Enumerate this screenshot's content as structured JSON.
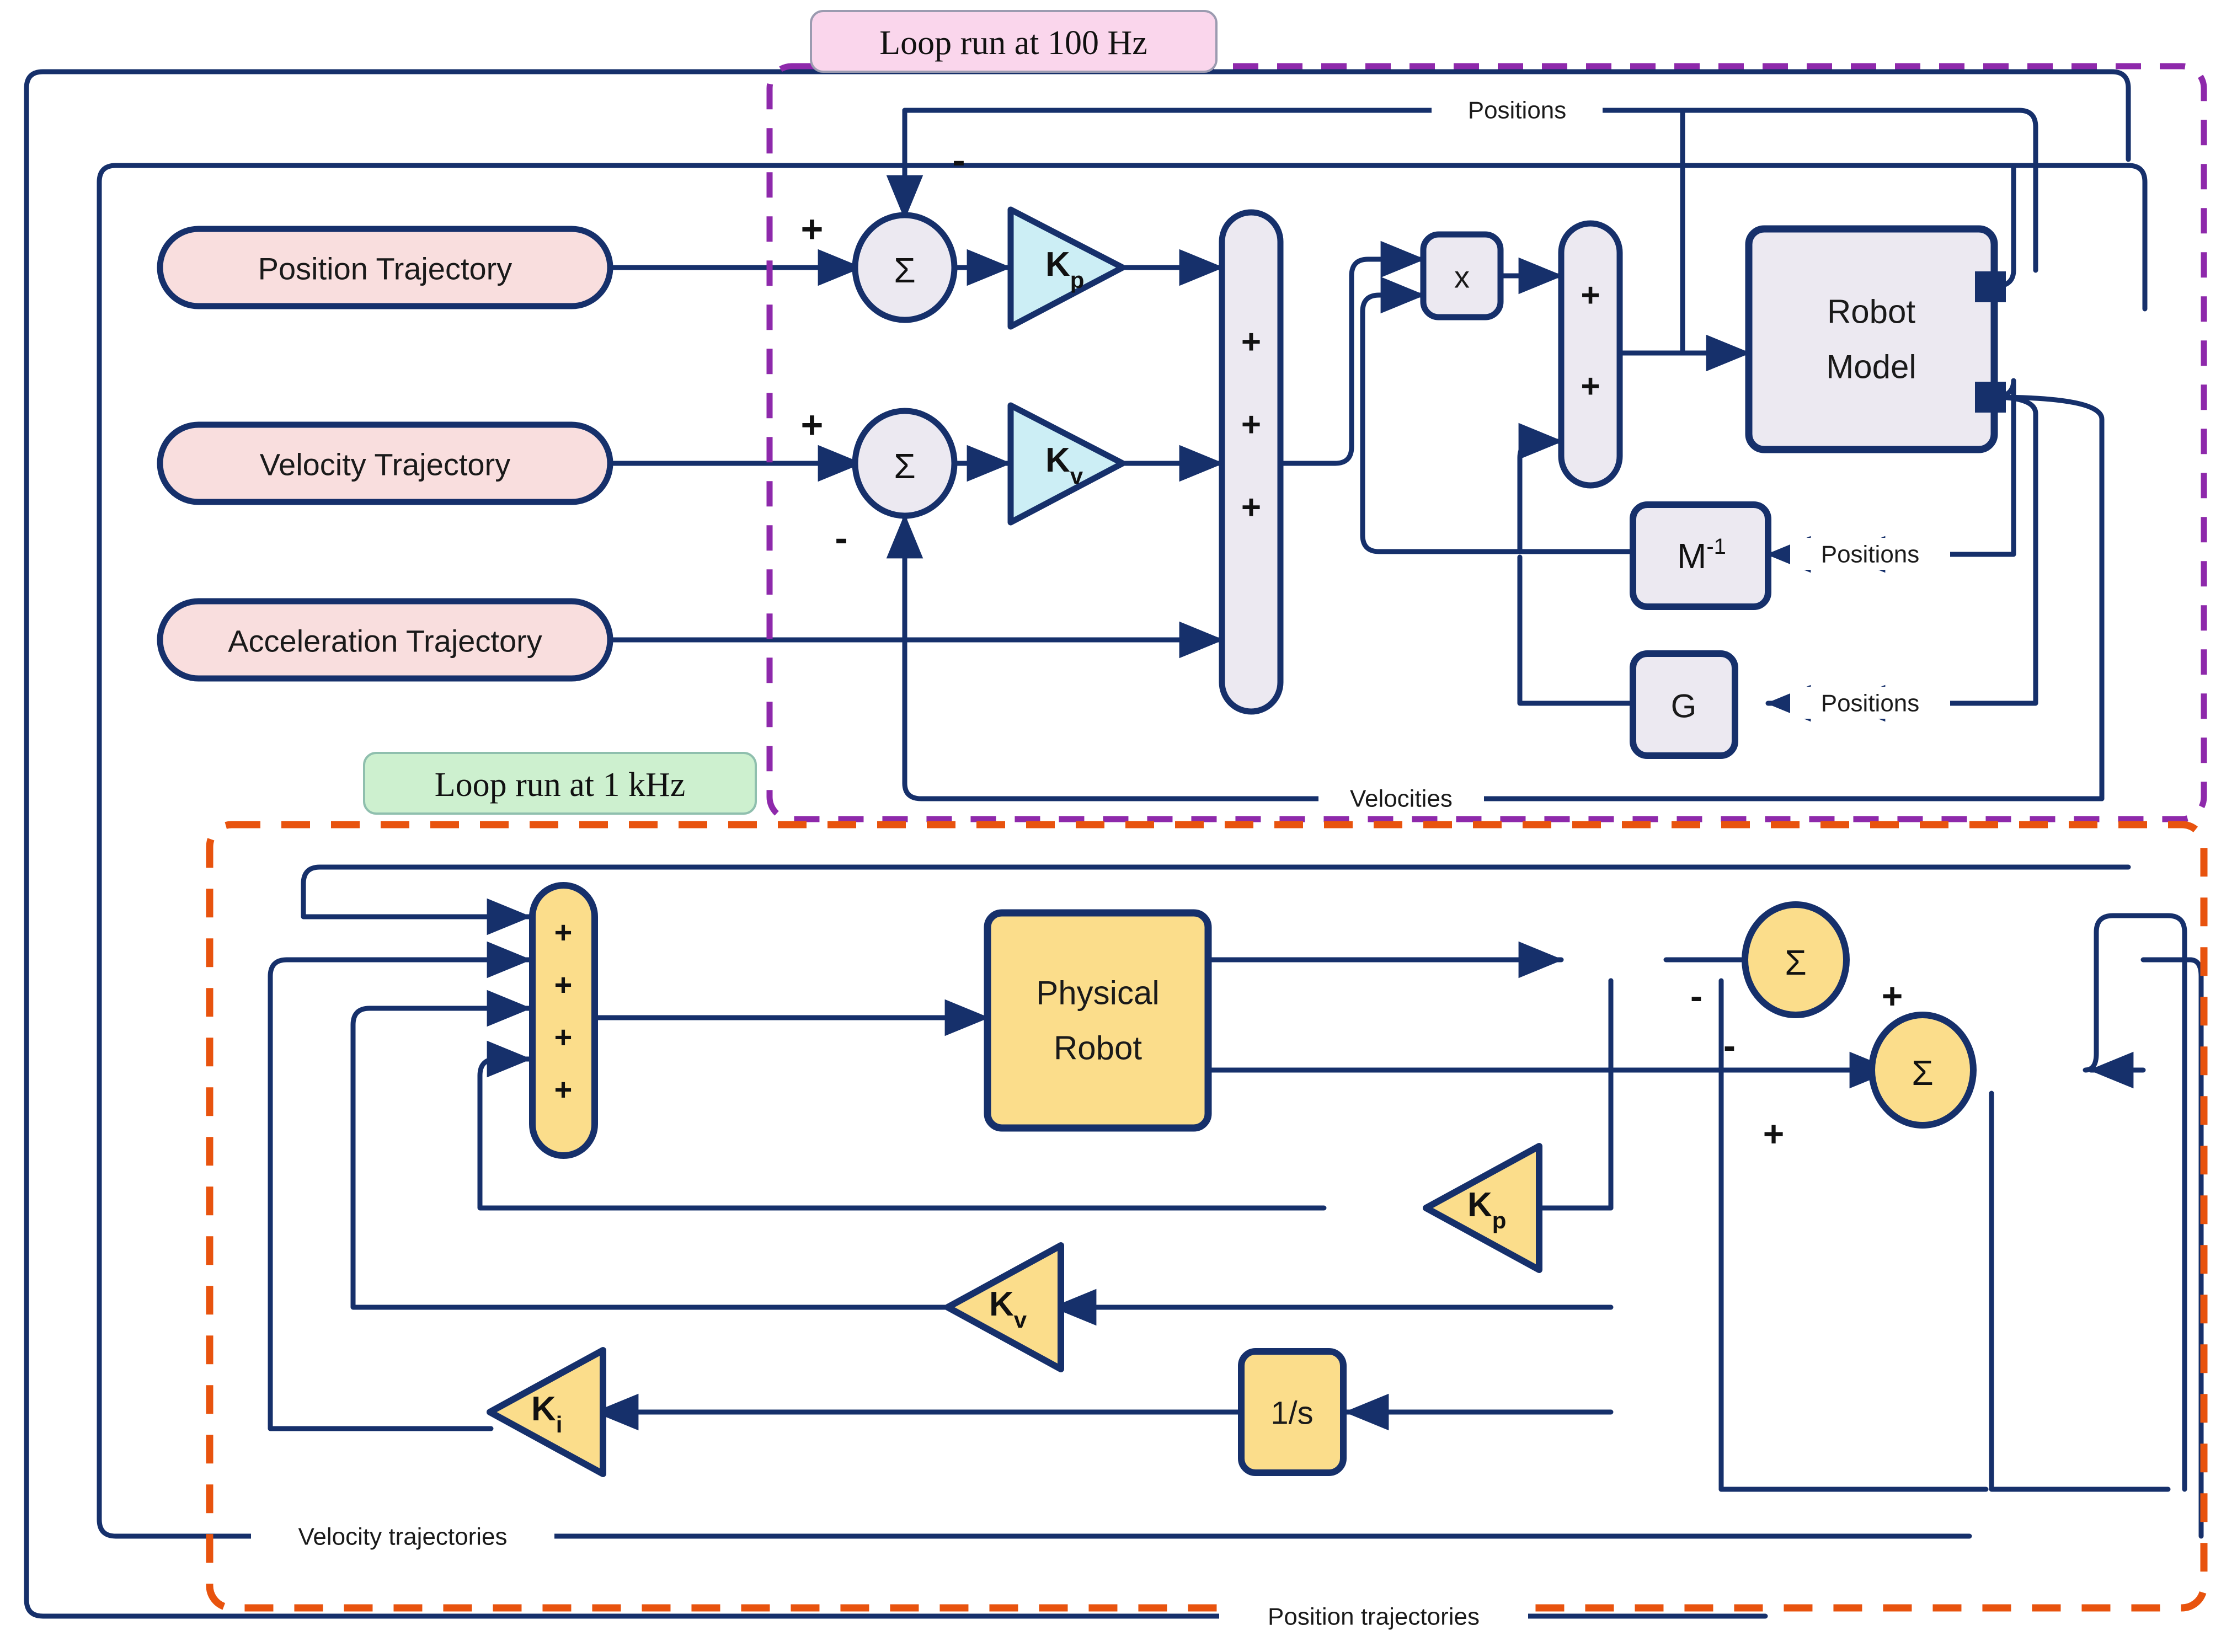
{
  "diagram": {
    "title": "Two-level robot control block diagram",
    "colors": {
      "wire": "#16306b",
      "outer_loop_dash": "#8e29ab",
      "inner_loop_dash": "#e8530e",
      "traj_fill": "#f9dede",
      "traj_stroke": "#16306b",
      "model_fill": "#ece9f1",
      "gain_top_fill": "#cceef5",
      "yellow_fill": "#fbdd8b",
      "tag_pink_fill": "#fad6ec",
      "tag_green_fill": "#cdf0cf"
    },
    "loop_tags": [
      {
        "id": "outer",
        "label": "Loop run at 100 Hz"
      },
      {
        "id": "inner",
        "label": "Loop run at 1 kHz"
      }
    ],
    "inputs": [
      {
        "id": "position-trajectory",
        "label": "Position Trajectory"
      },
      {
        "id": "velocity-trajectory",
        "label": "Velocity Trajectory"
      },
      {
        "id": "acceleration-trajectory",
        "label": "Acceleration Trajectory"
      }
    ],
    "outer_loop": {
      "sum_position": {
        "label": "Σ",
        "signs": {
          "input": "+",
          "feedback": "-"
        }
      },
      "sum_velocity": {
        "label": "Σ",
        "signs": {
          "input": "+",
          "feedback": "-"
        }
      },
      "gain_kp": {
        "label": "K",
        "sub": "p"
      },
      "gain_kv": {
        "label": "K",
        "sub": "v"
      },
      "sum_bar": {
        "signs": [
          "+",
          "+",
          "+"
        ]
      },
      "multiplier": {
        "label": "x"
      },
      "sum_bar2": {
        "signs": [
          "+",
          "+"
        ]
      },
      "robot_model": {
        "label_line1": "Robot",
        "label_line2": "Model"
      },
      "mass_inverse": {
        "label": "M",
        "sup": "-1"
      },
      "gravity": {
        "label": "G"
      },
      "signals": {
        "positions_top": "Positions",
        "positions_minv": "Positions",
        "positions_g": "Positions",
        "velocities": "Velocities"
      }
    },
    "inner_loop": {
      "sum_bar": {
        "signs": [
          "+",
          "+",
          "+",
          "+"
        ]
      },
      "physical_robot": {
        "label_line1": "Physical",
        "label_line2": "Robot"
      },
      "sum_position": {
        "label": "Σ",
        "signs": {
          "left": "-",
          "right": "+"
        }
      },
      "sum_velocity": {
        "label": "Σ",
        "signs": {
          "left": "-",
          "right": "+"
        }
      },
      "gain_kp": {
        "label": "K",
        "sub": "p"
      },
      "gain_kv": {
        "label": "K",
        "sub": "v"
      },
      "gain_ki": {
        "label": "K",
        "sub": "i"
      },
      "integrator": {
        "label": "1/s"
      },
      "signals": {
        "velocity_trajectories": "Velocity trajectories",
        "position_trajectories": "Position trajectories"
      }
    }
  }
}
